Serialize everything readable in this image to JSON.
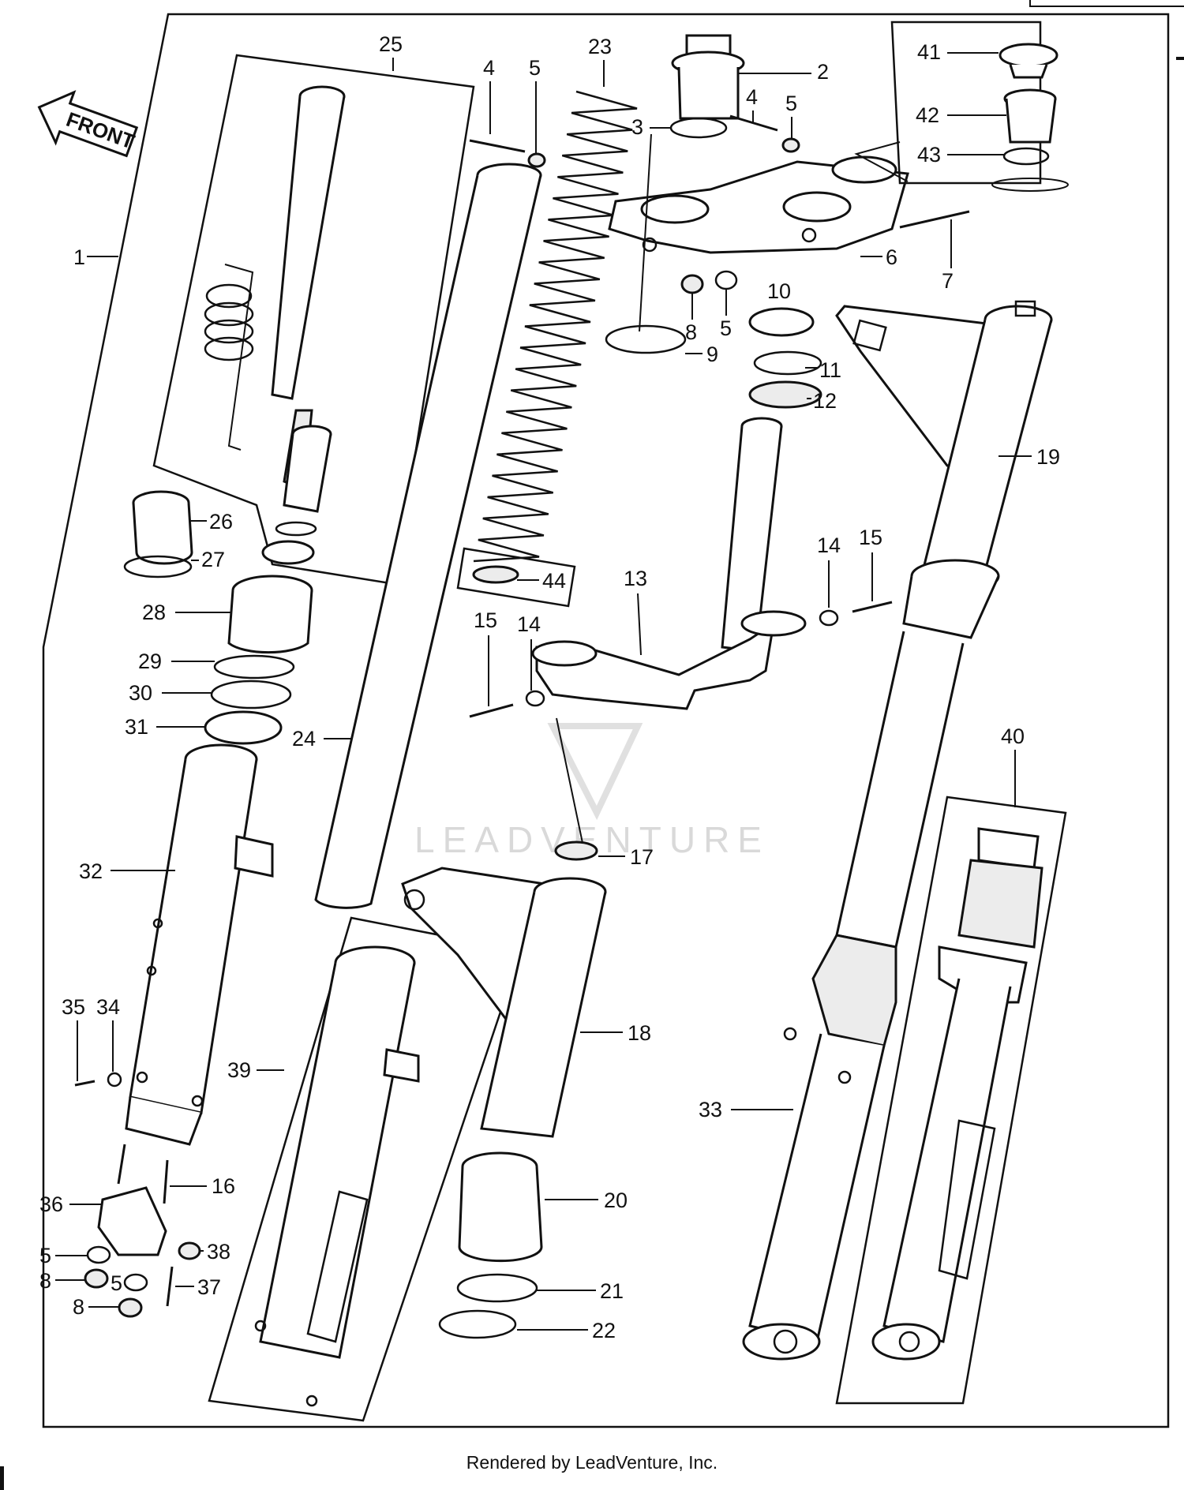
{
  "front_arrow_label": "FRONT",
  "watermark": "LEADVENTURE",
  "credit": "Rendered by LeadVenture, Inc.",
  "callouts": {
    "c1": "1",
    "c2": "2",
    "c3": "3",
    "c4a": "4",
    "c4b": "4",
    "c5a": "5",
    "c5b": "5",
    "c5c": "5",
    "c5d": "5",
    "c5e": "5",
    "c6": "6",
    "c7": "7",
    "c8a": "8",
    "c8b": "8",
    "c8c": "8",
    "c9": "9",
    "c10": "10",
    "c11": "11",
    "c12": "12",
    "c13": "13",
    "c14a": "14",
    "c14b": "14",
    "c15a": "15",
    "c15b": "15",
    "c16": "16",
    "c17": "17",
    "c18": "18",
    "c19": "19",
    "c20": "20",
    "c21": "21",
    "c22": "22",
    "c23": "23",
    "c24": "24",
    "c25": "25",
    "c26": "26",
    "c27": "27",
    "c28": "28",
    "c29": "29",
    "c30": "30",
    "c31": "31",
    "c32": "32",
    "c33": "33",
    "c34": "34",
    "c35": "35",
    "c36": "36",
    "c37": "37",
    "c38": "38",
    "c39": "39",
    "c40": "40",
    "c41": "41",
    "c42": "42",
    "c43": "43",
    "c44": "44"
  }
}
